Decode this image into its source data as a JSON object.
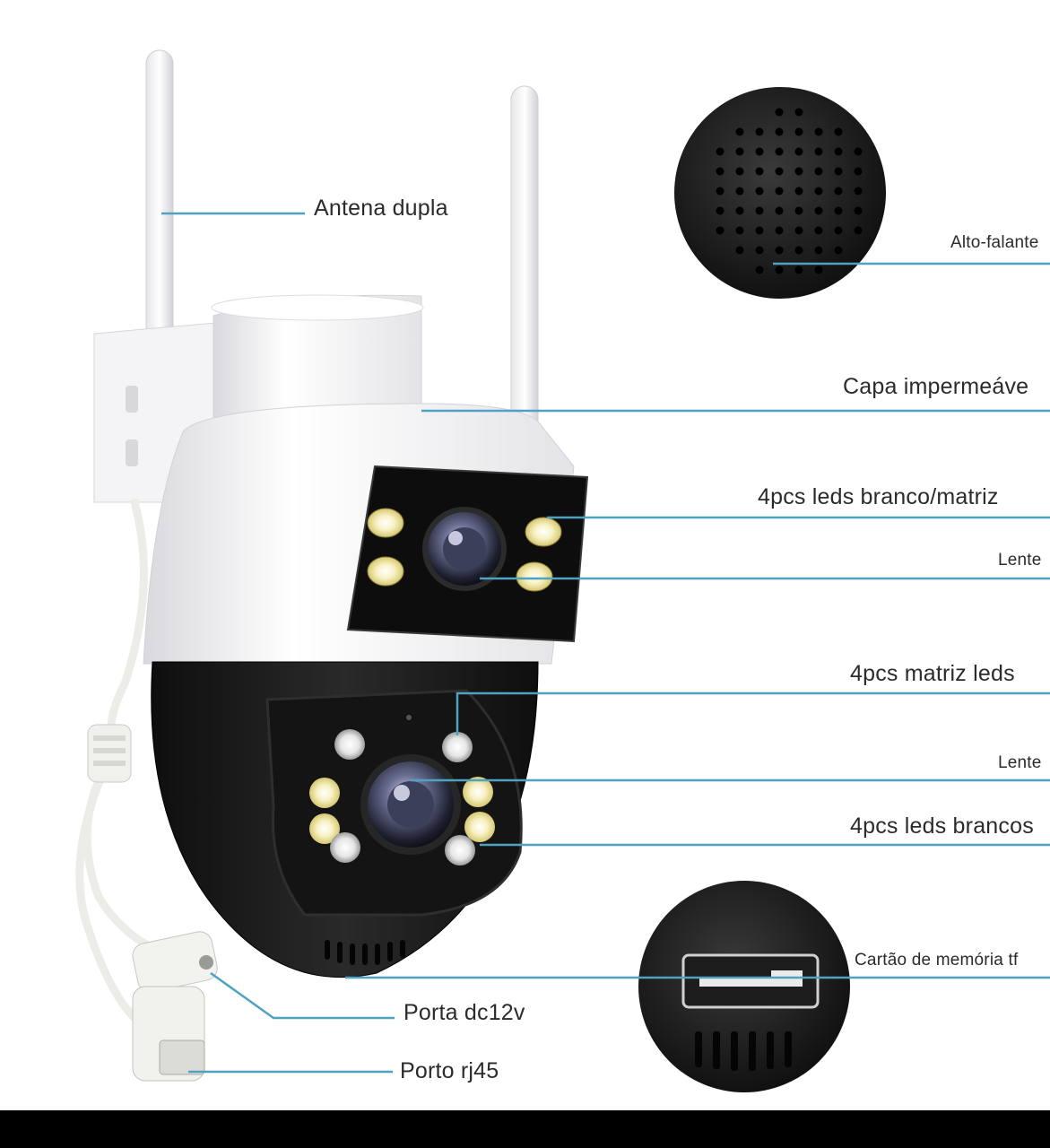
{
  "labels": {
    "antenna": "Antena dupla",
    "speaker": "Alto-falante",
    "cover": "Capa impermeáve",
    "leds_top": "4pcs leds branco/matriz",
    "lens_top": "Lente",
    "matrix_leds": "4pcs matriz leds",
    "lens_bottom": "Lente",
    "white_leds": "4pcs leds brancos",
    "memory_card": "Cartão de memória tf",
    "dc_port": "Porta dc12v",
    "rj45_port": "Porto rj45"
  },
  "colors": {
    "callout_line": "#4fa3c0",
    "housing_white": "#f2f2f4",
    "housing_black": "#161616",
    "led_warm": "#f6e9a8"
  }
}
